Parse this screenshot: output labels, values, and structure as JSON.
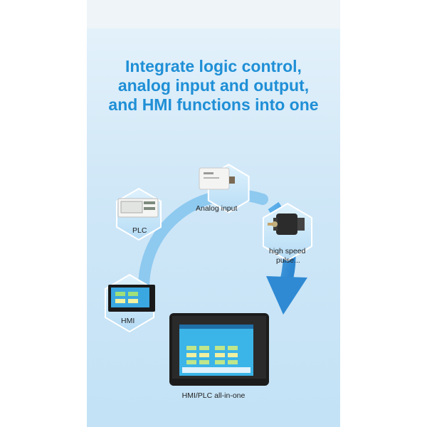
{
  "headline": {
    "line1": "Integrate logic control,",
    "line2": "analog input and output,",
    "line3": "and HMI functions into one"
  },
  "nodes": {
    "plc": "PLC",
    "analog": "Analog input",
    "pulse_line1": "high speed",
    "pulse_line2": "pulse...",
    "hmi": "HMI"
  },
  "caption": "HMI/PLC all-in-one",
  "colors": {
    "headline": "#1f8fd6",
    "arrow": "#3a96dc",
    "hexagon": "#bfe2f8"
  }
}
